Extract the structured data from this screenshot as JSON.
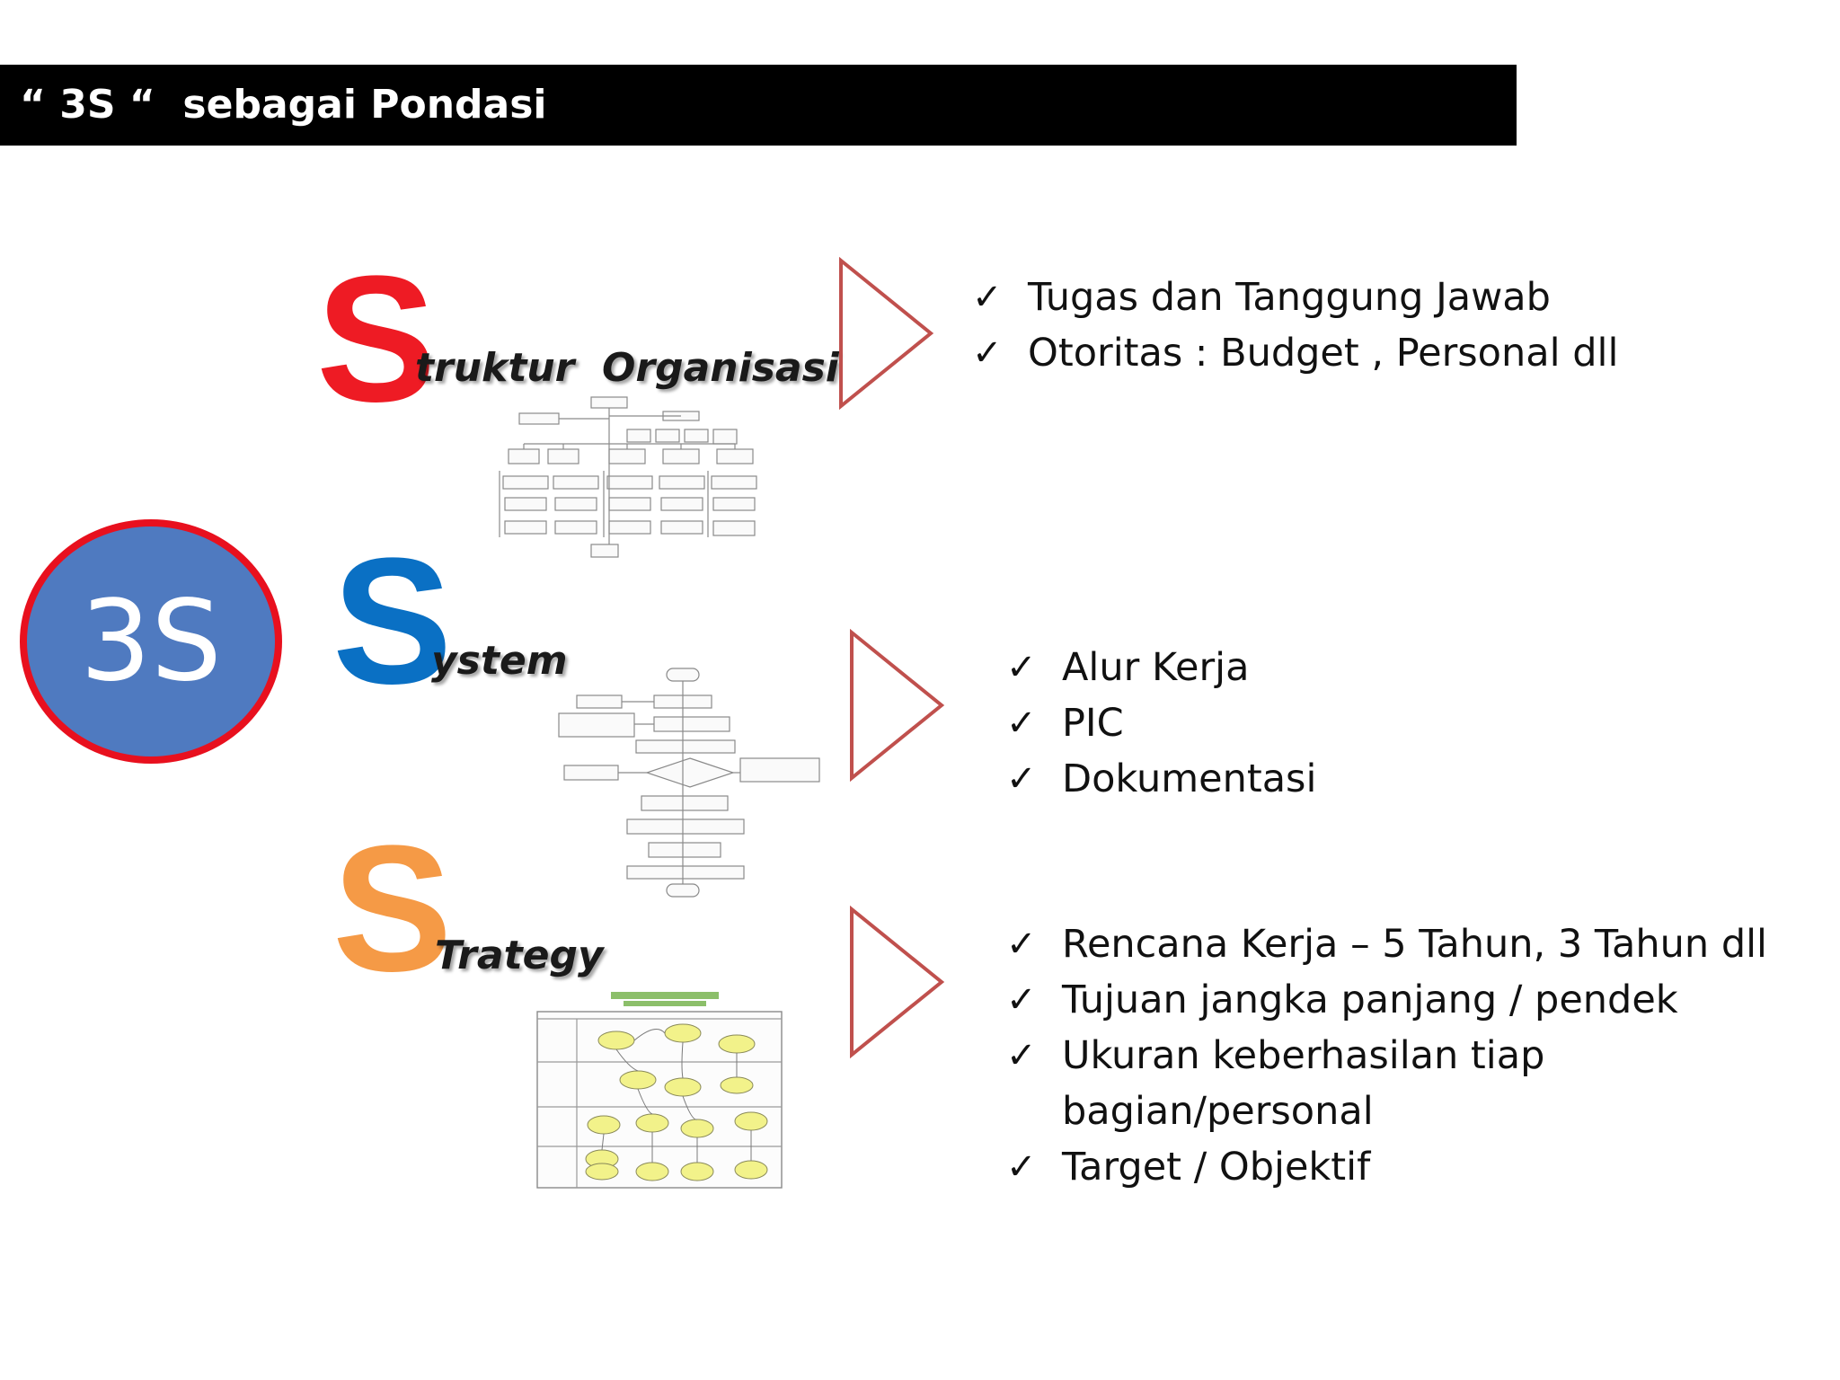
{
  "slide": {
    "title": "“ 3S “  sebagai Pondasi",
    "badge": "3S"
  },
  "colors": {
    "title_bar": "#000000",
    "badge_fill": "#4f7ac0",
    "badge_ring": "#e8101e",
    "letter_struktur": "#ee1b24",
    "letter_system": "#0a70c4",
    "letter_strategy": "#f59a46",
    "arrow_stroke": "#c0504d"
  },
  "rows": [
    {
      "letter": "S",
      "word": "truktur  Organisasi",
      "thumbnail": "org-chart",
      "bullets": [
        "Tugas dan Tanggung Jawab",
        "Otoritas : Budget , Personal dll"
      ]
    },
    {
      "letter": "S",
      "word": "ystem",
      "thumbnail": "flowchart",
      "bullets": [
        "Alur Kerja",
        "PIC",
        "Dokumentasi"
      ]
    },
    {
      "letter": "S",
      "word": "Trategy",
      "thumbnail": "strategy-map",
      "bullets": [
        "Rencana Kerja – 5 Tahun, 3 Tahun dll",
        "Tujuan jangka panjang / pendek",
        "Ukuran keberhasilan tiap bagian/personal",
        "Target / Objektif"
      ]
    }
  ],
  "check_glyph": "✓"
}
